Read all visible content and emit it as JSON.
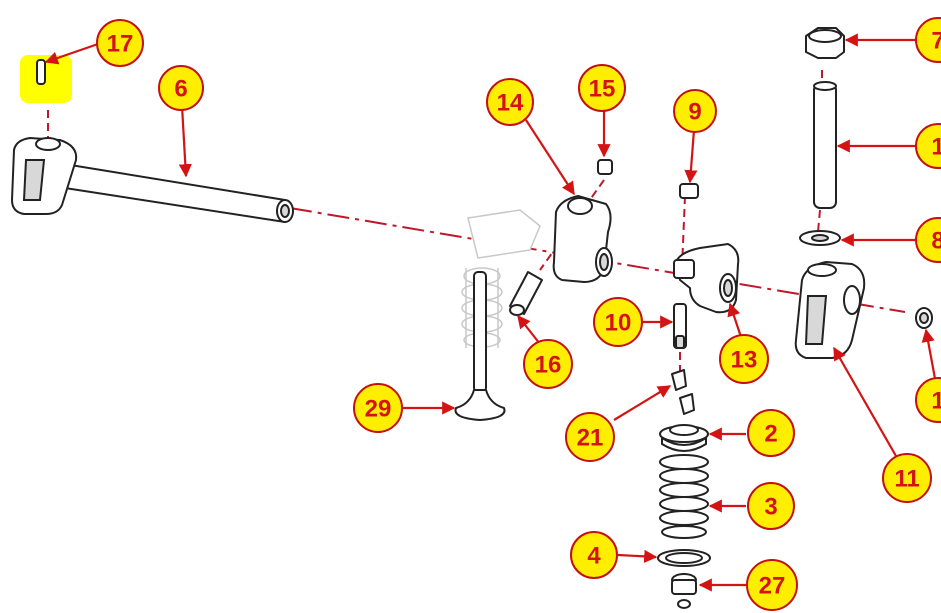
{
  "callouts": [
    {
      "id": "17",
      "label": "17"
    },
    {
      "id": "6",
      "label": "6"
    },
    {
      "id": "14",
      "label": "14"
    },
    {
      "id": "15",
      "label": "15"
    },
    {
      "id": "9",
      "label": "9"
    },
    {
      "id": "7",
      "label": "7"
    },
    {
      "id": "1a",
      "label": "1"
    },
    {
      "id": "8",
      "label": "8"
    },
    {
      "id": "10",
      "label": "10"
    },
    {
      "id": "16",
      "label": "16"
    },
    {
      "id": "13",
      "label": "13"
    },
    {
      "id": "1b",
      "label": "1"
    },
    {
      "id": "29",
      "label": "29"
    },
    {
      "id": "21",
      "label": "21"
    },
    {
      "id": "2",
      "label": "2"
    },
    {
      "id": "11",
      "label": "11"
    },
    {
      "id": "3",
      "label": "3"
    },
    {
      "id": "4",
      "label": "4"
    },
    {
      "id": "27",
      "label": "27"
    }
  ],
  "colors": {
    "callout_fill": "#ffee00",
    "callout_text": "#d41414",
    "leader": "#d41414",
    "axis": "#c0182b",
    "highlight": "#ffff00"
  }
}
